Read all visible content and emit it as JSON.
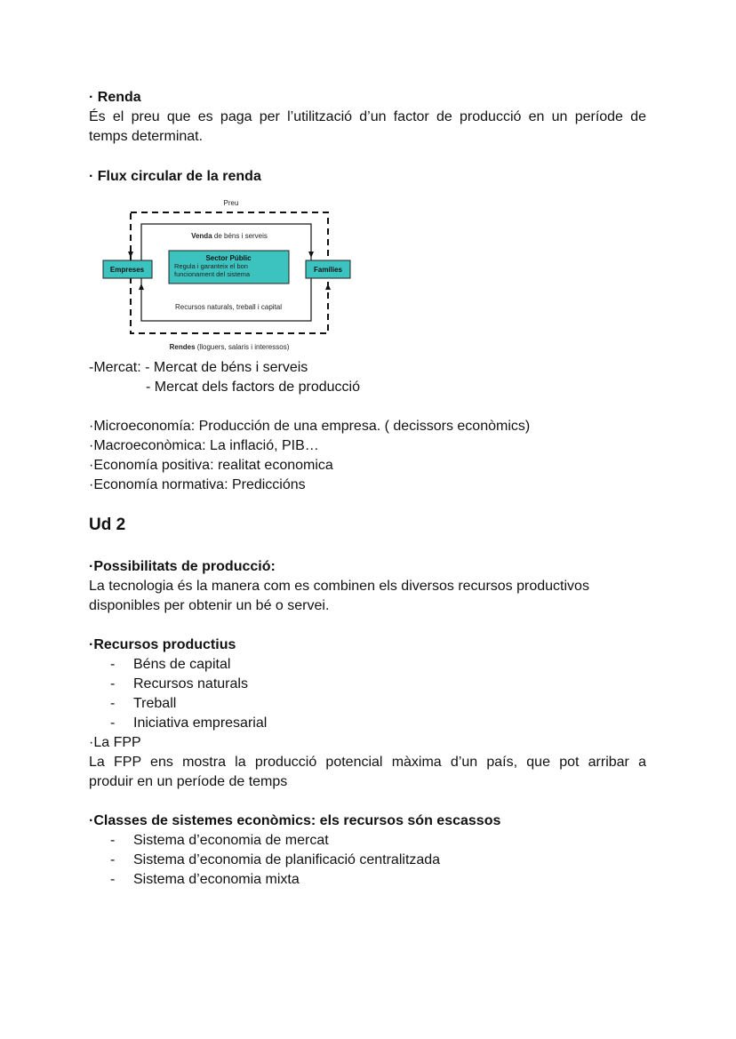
{
  "renda": {
    "heading": "· Renda",
    "def_line1": "És el preu que es paga per l’utilització d’un factor de producció en un període de",
    "def_line2": "temps determinat."
  },
  "flux": {
    "heading": "· Flux circular de la renda"
  },
  "diagram": {
    "top_label": "Preu",
    "venda_bold": "Venda",
    "venda_rest": " de béns i serveis",
    "sector_title": "Sector Públic",
    "sector_line1": "Regula i garanteix el bon",
    "sector_line2": "funcionament del sistema",
    "empreses": "Empreses",
    "families": "Famílies",
    "recursos": "Recursos naturals, treball i capital",
    "rendes_bold": "Rendes",
    "rendes_rest": " (lloguers, salaris i interessos)",
    "box_fill": "#3cc3bf"
  },
  "mercat": {
    "line1": "-Mercat: - Mercat de béns i serveis",
    "line2": "- Mercat dels factors de producció"
  },
  "economia": {
    "micro": "·Microeconomía: Producción de una empresa. ( decissors econòmics)",
    "macro": "·Macroeconòmica: La inflació, PIB…",
    "positiva": "·Economía positiva: realitat economica",
    "normativa": "·Economía normativa: Prediccións"
  },
  "ud2": {
    "heading": "Ud 2",
    "possibilitats_heading": "·Possibilitats de producció:",
    "possibilitats_line1": "La tecnologia és la manera com es combinen els diversos recursos productivos",
    "possibilitats_line2": "disponibles per obtenir un bé o servei.",
    "recursos_heading": "·Recursos productius",
    "recursos_items": [
      "Béns de capital",
      "Recursos naturals",
      "Treball",
      "Iniciativa empresarial"
    ],
    "fpp_heading": "·La FPP",
    "fpp_line1": "La FPP ens mostra la producció potencial màxima d’un país, que pot arribar a",
    "fpp_line2": "produir en un període de temps",
    "classes_heading": "·Classes de sistemes econòmics: els recursos són escassos",
    "classes_items": [
      "Sistema d’economia de mercat",
      "Sistema d’economia de planificació centralitzada",
      "Sistema d’economia mixta"
    ],
    "dash": "-"
  }
}
